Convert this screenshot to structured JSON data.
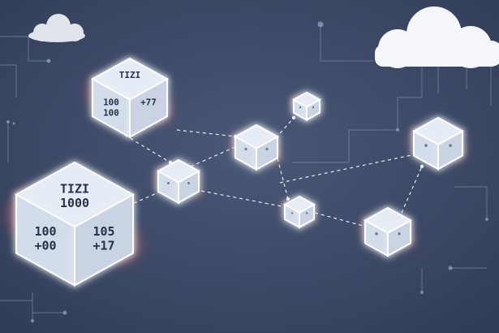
{
  "colors": {
    "background": "#3d4a66",
    "background_dark": "#2f3a55",
    "circuit": "#8e9bb8",
    "connector": "#e6ecf7",
    "cloud": "#f4f6fa",
    "cube_face": "#dce4ef",
    "cube_glow": "#ffffff",
    "red_accent": "#e0646a"
  },
  "cubes": [
    {
      "id": "cube-top-left",
      "top": "TIZI",
      "left": "100\n100",
      "right": "+77"
    },
    {
      "id": "cube-big",
      "top": "TIZI\n1000",
      "left": "100\n+00",
      "right": "105\n+17"
    },
    {
      "id": "cube-mid-left",
      "top": "",
      "left": "",
      "right": ""
    },
    {
      "id": "cube-center",
      "top": "",
      "left": "",
      "right": ""
    },
    {
      "id": "cube-small-top",
      "top": "",
      "left": "",
      "right": ""
    },
    {
      "id": "cube-center-low",
      "top": "",
      "left": "",
      "right": ""
    },
    {
      "id": "cube-right-top",
      "top": "",
      "left": "",
      "right": ""
    },
    {
      "id": "cube-right-low",
      "top": "",
      "left": "",
      "right": ""
    }
  ],
  "icons": [
    "cloud-icon-small",
    "cloud-icon-large"
  ]
}
